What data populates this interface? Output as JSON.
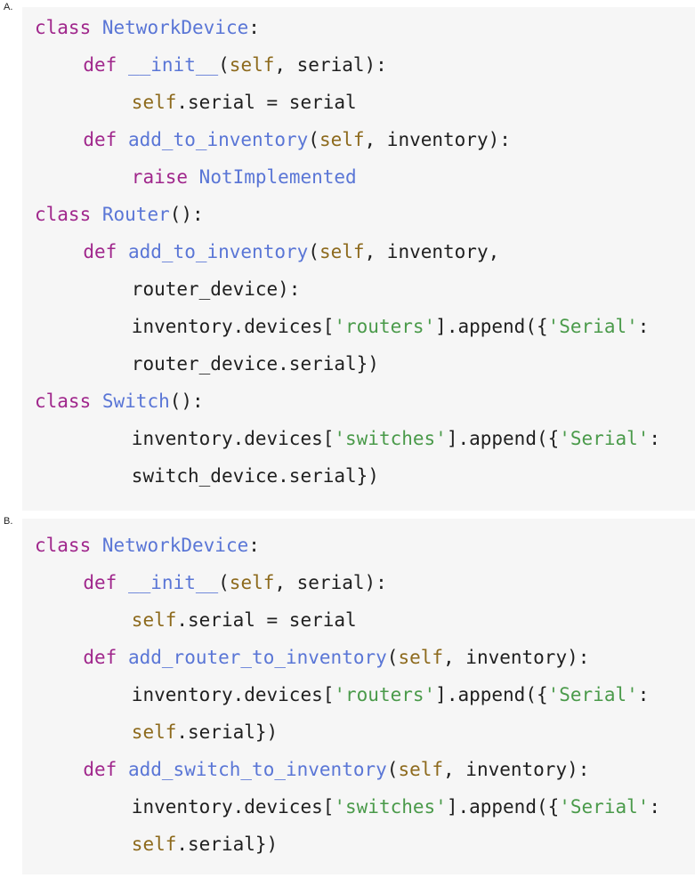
{
  "options": [
    {
      "label": "A.",
      "lines": [
        {
          "indent": 0,
          "tokens": [
            {
              "t": "class",
              "c": "kw"
            },
            {
              "t": " ",
              "c": "plain"
            },
            {
              "t": "NetworkDevice",
              "c": "cls"
            },
            {
              "t": ":",
              "c": "plain"
            }
          ]
        },
        {
          "indent": 4,
          "tokens": [
            {
              "t": "def",
              "c": "kw"
            },
            {
              "t": " ",
              "c": "plain"
            },
            {
              "t": "__init__",
              "c": "cls"
            },
            {
              "t": "(",
              "c": "plain"
            },
            {
              "t": "self",
              "c": "self"
            },
            {
              "t": ", serial):",
              "c": "plain"
            }
          ]
        },
        {
          "indent": 8,
          "tokens": [
            {
              "t": "self",
              "c": "self"
            },
            {
              "t": ".serial = serial",
              "c": "plain"
            }
          ]
        },
        {
          "indent": 4,
          "tokens": [
            {
              "t": "def",
              "c": "kw"
            },
            {
              "t": " ",
              "c": "plain"
            },
            {
              "t": "add_to_inventory",
              "c": "cls"
            },
            {
              "t": "(",
              "c": "plain"
            },
            {
              "t": "self",
              "c": "self"
            },
            {
              "t": ", inventory):",
              "c": "plain"
            }
          ]
        },
        {
          "indent": 8,
          "tokens": [
            {
              "t": "raise",
              "c": "kw"
            },
            {
              "t": " ",
              "c": "plain"
            },
            {
              "t": "NotImplemented",
              "c": "cls"
            }
          ]
        },
        {
          "indent": 0,
          "tokens": [
            {
              "t": "class",
              "c": "kw"
            },
            {
              "t": " ",
              "c": "plain"
            },
            {
              "t": "Router",
              "c": "cls"
            },
            {
              "t": "():",
              "c": "plain"
            }
          ]
        },
        {
          "indent": 4,
          "tokens": [
            {
              "t": "def",
              "c": "kw"
            },
            {
              "t": " ",
              "c": "plain"
            },
            {
              "t": "add_to_inventory",
              "c": "cls"
            },
            {
              "t": "(",
              "c": "plain"
            },
            {
              "t": "self",
              "c": "self"
            },
            {
              "t": ", inventory,",
              "c": "plain"
            }
          ]
        },
        {
          "indent": 8,
          "tokens": [
            {
              "t": "router_device):",
              "c": "plain"
            }
          ]
        },
        {
          "indent": 8,
          "tokens": [
            {
              "t": "inventory.devices[",
              "c": "plain"
            },
            {
              "t": "'routers'",
              "c": "str"
            },
            {
              "t": "].append({",
              "c": "plain"
            },
            {
              "t": "'Serial'",
              "c": "str"
            },
            {
              "t": ":",
              "c": "plain"
            }
          ]
        },
        {
          "indent": 8,
          "tokens": [
            {
              "t": "router_device.serial})",
              "c": "plain"
            }
          ]
        },
        {
          "indent": 0,
          "tokens": [
            {
              "t": "class",
              "c": "kw"
            },
            {
              "t": " ",
              "c": "plain"
            },
            {
              "t": "Switch",
              "c": "cls"
            },
            {
              "t": "():",
              "c": "plain"
            }
          ]
        },
        {
          "indent": 8,
          "tokens": [
            {
              "t": "inventory.devices[",
              "c": "plain"
            },
            {
              "t": "'switches'",
              "c": "str"
            },
            {
              "t": "].append({",
              "c": "plain"
            },
            {
              "t": "'Serial'",
              "c": "str"
            },
            {
              "t": ":",
              "c": "plain"
            }
          ]
        },
        {
          "indent": 8,
          "tokens": [
            {
              "t": "switch_device.serial})",
              "c": "plain"
            }
          ]
        }
      ]
    },
    {
      "label": "B.",
      "lines": [
        {
          "indent": 0,
          "tokens": [
            {
              "t": "class",
              "c": "kw"
            },
            {
              "t": " ",
              "c": "plain"
            },
            {
              "t": "NetworkDevice",
              "c": "cls"
            },
            {
              "t": ":",
              "c": "plain"
            }
          ]
        },
        {
          "indent": 4,
          "tokens": [
            {
              "t": "def",
              "c": "kw"
            },
            {
              "t": " ",
              "c": "plain"
            },
            {
              "t": "__init__",
              "c": "cls"
            },
            {
              "t": "(",
              "c": "plain"
            },
            {
              "t": "self",
              "c": "self"
            },
            {
              "t": ", serial):",
              "c": "plain"
            }
          ]
        },
        {
          "indent": 8,
          "tokens": [
            {
              "t": "self",
              "c": "self"
            },
            {
              "t": ".serial = serial",
              "c": "plain"
            }
          ]
        },
        {
          "indent": 4,
          "tokens": [
            {
              "t": "def",
              "c": "kw"
            },
            {
              "t": " ",
              "c": "plain"
            },
            {
              "t": "add_router_to_inventory",
              "c": "cls"
            },
            {
              "t": "(",
              "c": "plain"
            },
            {
              "t": "self",
              "c": "self"
            },
            {
              "t": ", inventory):",
              "c": "plain"
            }
          ]
        },
        {
          "indent": 8,
          "tokens": [
            {
              "t": "inventory.devices[",
              "c": "plain"
            },
            {
              "t": "'routers'",
              "c": "str"
            },
            {
              "t": "].append({",
              "c": "plain"
            },
            {
              "t": "'Serial'",
              "c": "str"
            },
            {
              "t": ":",
              "c": "plain"
            }
          ]
        },
        {
          "indent": 8,
          "tokens": [
            {
              "t": "self",
              "c": "self"
            },
            {
              "t": ".serial})",
              "c": "plain"
            }
          ]
        },
        {
          "indent": 4,
          "tokens": [
            {
              "t": "def",
              "c": "kw"
            },
            {
              "t": " ",
              "c": "plain"
            },
            {
              "t": "add_switch_to_inventory",
              "c": "cls"
            },
            {
              "t": "(",
              "c": "plain"
            },
            {
              "t": "self",
              "c": "self"
            },
            {
              "t": ", inventory):",
              "c": "plain"
            }
          ]
        },
        {
          "indent": 8,
          "tokens": [
            {
              "t": "inventory.devices[",
              "c": "plain"
            },
            {
              "t": "'switches'",
              "c": "str"
            },
            {
              "t": "].append({",
              "c": "plain"
            },
            {
              "t": "'Serial'",
              "c": "str"
            },
            {
              "t": ":",
              "c": "plain"
            }
          ]
        },
        {
          "indent": 8,
          "tokens": [
            {
              "t": "self",
              "c": "self"
            },
            {
              "t": ".serial})",
              "c": "plain"
            }
          ]
        }
      ]
    }
  ],
  "colors": {
    "keyword": "#a0278c",
    "class_or_function": "#5a76d6",
    "self": "#8d6a1d",
    "string": "#4a9a4a",
    "plain": "#1f1f1f",
    "panel_background": "#f6f6f6"
  }
}
